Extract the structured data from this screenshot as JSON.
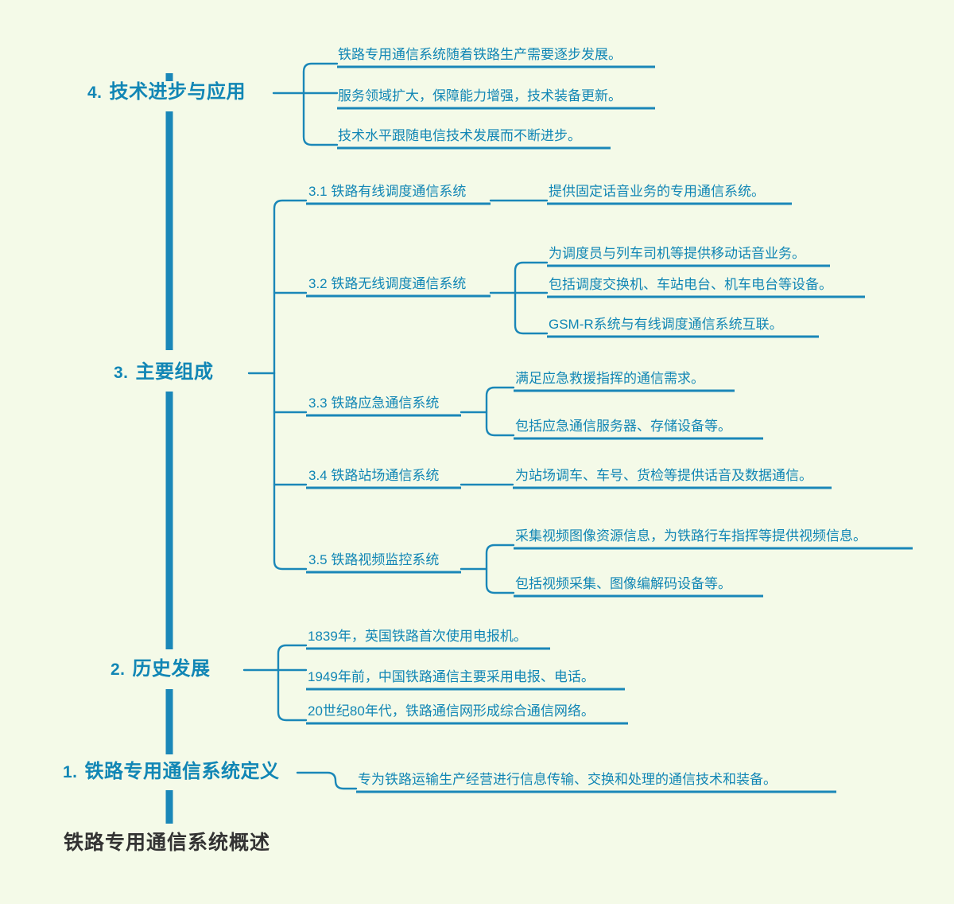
{
  "theme": {
    "background": "#f4fae8",
    "accent": "#1186b5",
    "line_strong": "#1a87b8",
    "line_soft": "#53b4d6",
    "root_text": "#333333"
  },
  "root": {
    "label": "铁路专用通信系统概述"
  },
  "branches": [
    {
      "number": "4.",
      "label": "技术进步与应用",
      "children": [
        {
          "label": "铁路专用通信系统随着铁路生产需要逐步发展。"
        },
        {
          "label": "服务领域扩大，保障能力增强，技术装备更新。"
        },
        {
          "label": "技术水平跟随电信技术发展而不断进步。"
        }
      ]
    },
    {
      "number": "3.",
      "label": "主要组成",
      "children": [
        {
          "label": "3.1 铁路有线调度通信系统",
          "children": [
            {
              "label": "提供固定话音业务的专用通信系统。"
            }
          ]
        },
        {
          "label": "3.2 铁路无线调度通信系统",
          "children": [
            {
              "label": "为调度员与列车司机等提供移动话音业务。"
            },
            {
              "label": "包括调度交换机、车站电台、机车电台等设备。"
            },
            {
              "label": "GSM-R系统与有线调度通信系统互联。"
            }
          ]
        },
        {
          "label": "3.3 铁路应急通信系统",
          "children": [
            {
              "label": "满足应急救援指挥的通信需求。"
            },
            {
              "label": "包括应急通信服务器、存储设备等。"
            }
          ]
        },
        {
          "label": "3.4 铁路站场通信系统",
          "children": [
            {
              "label": "为站场调车、车号、货检等提供话音及数据通信。"
            }
          ]
        },
        {
          "label": "3.5 铁路视频监控系统",
          "children": [
            {
              "label": "采集视频图像资源信息，为铁路行车指挥等提供视频信息。"
            },
            {
              "label": "包括视频采集、图像编解码设备等。"
            }
          ]
        }
      ]
    },
    {
      "number": "2.",
      "label": "历史发展",
      "children": [
        {
          "label": "1839年，英国铁路首次使用电报机。"
        },
        {
          "label": "1949年前，中国铁路通信主要采用电报、电话。"
        },
        {
          "label": "20世纪80年代，铁路通信网形成综合通信网络。"
        }
      ]
    },
    {
      "number": "1.",
      "label": "铁路专用通信系统定义",
      "children": [
        {
          "label": "专为铁路运输生产经营进行信息传输、交换和处理的通信技术和装备。"
        }
      ]
    }
  ]
}
